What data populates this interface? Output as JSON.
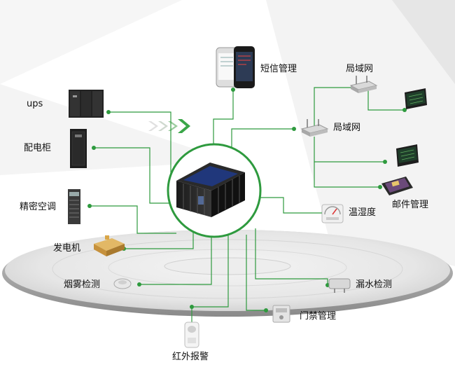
{
  "labels": {
    "ups": "ups",
    "distribution_cabinet": "配电柜",
    "precision_ac": "精密空调",
    "generator": "发电机",
    "smoke_detection": "烟雾检测",
    "infrared_alarm": "红外报警",
    "sms_management": "短信管理",
    "lan_top": "局域网",
    "lan_middle": "局域网",
    "mail_management": "邮件管理",
    "temp_humidity": "温湿度",
    "water_leak_detection": "漏水检测",
    "access_control": "门禁管理"
  },
  "colors": {
    "line": "#2e9a3e",
    "hub_ring": "#2e9a3e",
    "accent_arrow": "#3aa648"
  },
  "icons": {
    "hub": "server-rack-cluster-icon",
    "ups": "ups-cabinet-icon",
    "distribution_cabinet": "electrical-cabinet-icon",
    "precision_ac": "air-conditioner-icon",
    "generator": "generator-icon",
    "smoke_detection": "smoke-detector-icon",
    "infrared_alarm": "infrared-sensor-icon",
    "sms_management": "mobile-phone-icon",
    "lan": "router-icon",
    "monitor": "monitor-screen-icon",
    "mail_management": "tablet-mail-icon",
    "temp_humidity": "gauge-icon",
    "water_leak_detection": "water-sensor-icon",
    "access_control": "access-card-reader-icon"
  }
}
